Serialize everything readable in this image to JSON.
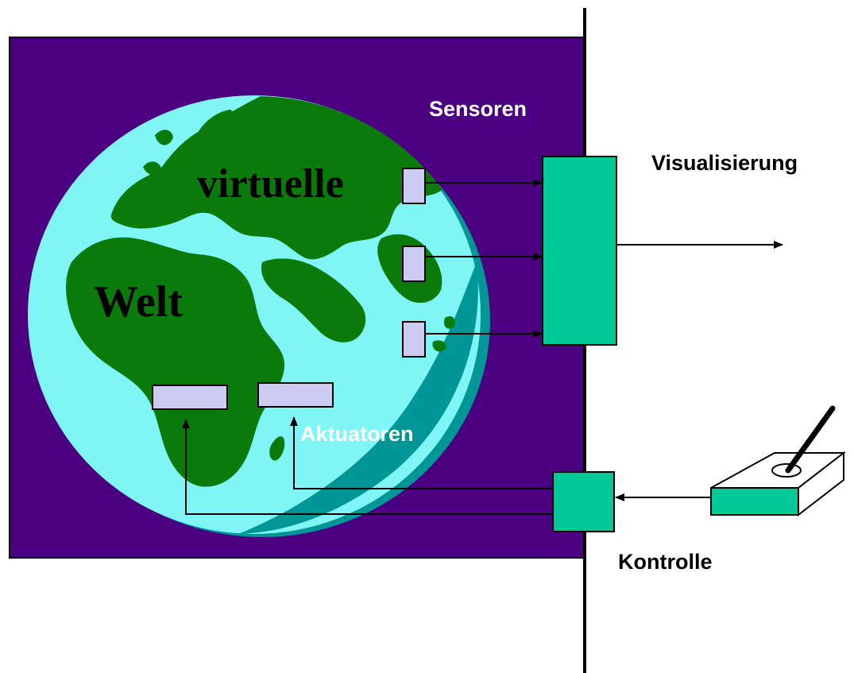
{
  "labels": {
    "virtual": "virtuelle",
    "world": "Welt",
    "sensors": "Sensoren",
    "visualization": "Visualisierung",
    "actuators": "Aktuatoren",
    "control": "Kontrolle"
  },
  "colors": {
    "world_panel": "#4b0082",
    "ocean_light": "#7ff5f5",
    "ocean_dark": "#009696",
    "land": "#0a7a0a",
    "sensor_box": "#ccccf2",
    "actuator_box": "#ccccf2",
    "module_box": "#00c896",
    "label_white": "#ffffff",
    "label_black": "#000000"
  },
  "icons": {
    "globe": "globe-icon",
    "joystick": "joystick-icon"
  }
}
